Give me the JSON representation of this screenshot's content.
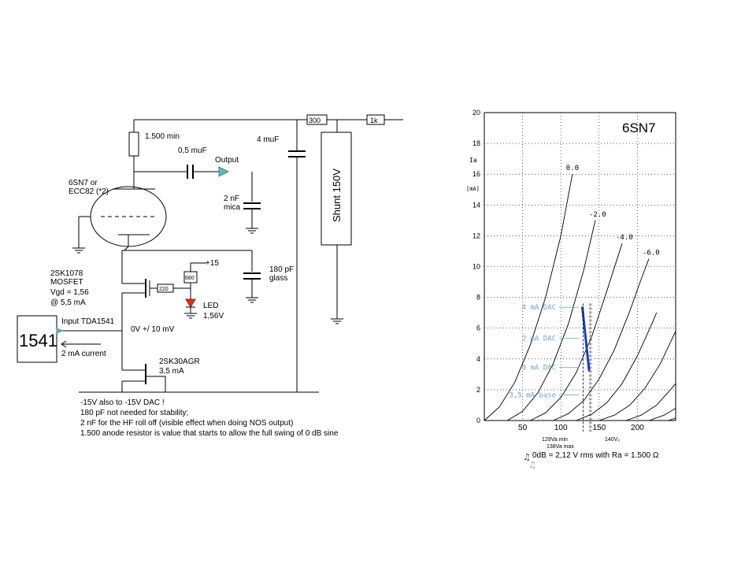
{
  "colors": {
    "ink": "#000000",
    "wire": "#000000",
    "chart_axis": "#000000",
    "chart_accent": "#6aa6c8",
    "chart_blue": "#1f3fb8",
    "output_arrow": "#63b8b8",
    "led": "#d9321a"
  },
  "schematic": {
    "anode_resistor": "1.500 min",
    "coupling_cap": "0,5 muF",
    "output_label": "Output",
    "tube_line1": "6SN7 or",
    "tube_line2": "ECC82 (*2)",
    "mica_cap_value": "2 nF",
    "mica_cap_type": "mica",
    "psu_cap": "4 muF",
    "shunt": "Shunt 150V",
    "r_300": "300",
    "r_1k": "1k",
    "mosfet_line1": "2SK1078",
    "mosfet_line2": "MOSFET",
    "mosfet_line3": "Vgd = 1,56",
    "mosfet_line4": "@ 5,5 mA",
    "r_220": "220",
    "r_680": "680",
    "plus15": "+15",
    "led_label": "LED",
    "led_voltage": "1,56V",
    "glass_cap_value": "180 pF",
    "glass_cap_type": "glass",
    "dac_block": "1541",
    "input_label": "Input TDA1541",
    "current_label": "2 mA current",
    "offset_label": "0V +/ 10 mV",
    "jfet_line1": "2SK30AGR",
    "jfet_line2": "3,5 mA",
    "notes": [
      "-15V also to -15V DAC !",
      "180 pF not needed for stability;",
      "2 nF for the HF roll off (visible effect  when doing NOS output)",
      "1.500 anode resistor is value that starts to allow the full swing of 0 dB sine"
    ]
  },
  "chart_data": {
    "type": "line",
    "title": "6SN7",
    "ylabel_line1": "Ia",
    "ylabel_line2": "[mA]",
    "xlabel": "",
    "xlim": [
      0,
      250
    ],
    "ylim": [
      0,
      20
    ],
    "x_ticks": [
      "50",
      "100",
      "150",
      "200"
    ],
    "y_ticks": [
      "0",
      "2",
      "4",
      "6",
      "8",
      "10",
      "12",
      "14",
      "16",
      "18",
      "20"
    ],
    "grid": true,
    "series": [
      {
        "name": "0.0",
        "x": [
          0,
          20,
          40,
          60,
          80,
          100,
          115
        ],
        "y": [
          0,
          0.9,
          2.5,
          4.9,
          8.0,
          12.0,
          16.0
        ]
      },
      {
        "name": "-2.0",
        "x": [
          30,
          50,
          70,
          90,
          110,
          130,
          145
        ],
        "y": [
          0,
          0.6,
          1.8,
          3.7,
          6.3,
          9.8,
          13.0
        ]
      },
      {
        "name": "-4.0",
        "x": [
          60,
          80,
          100,
          120,
          140,
          160,
          180
        ],
        "y": [
          0,
          0.5,
          1.5,
          3.1,
          5.4,
          8.4,
          11.5
        ]
      },
      {
        "name": "-6.0",
        "x": [
          90,
          110,
          130,
          150,
          170,
          190,
          205,
          215
        ],
        "y": [
          0,
          0.45,
          1.3,
          2.7,
          4.6,
          7.1,
          9.2,
          10.5
        ]
      },
      {
        "name": "",
        "x": [
          120,
          140,
          160,
          180,
          200,
          220,
          225
        ],
        "y": [
          0,
          0.4,
          1.15,
          2.4,
          4.2,
          6.4,
          7.0
        ]
      },
      {
        "name": "",
        "x": [
          150,
          170,
          190,
          210,
          230,
          250
        ],
        "y": [
          0,
          0.35,
          1.0,
          2.1,
          3.7,
          5.8
        ]
      },
      {
        "name": "",
        "x": [
          185,
          205,
          225,
          245,
          250
        ],
        "y": [
          0,
          0.35,
          1.0,
          2.1,
          2.4
        ]
      },
      {
        "name": "",
        "x": [
          215,
          235,
          250
        ],
        "y": [
          0,
          0.35,
          0.8
        ]
      },
      {
        "name": "",
        "x": [
          240,
          250
        ],
        "y": [
          0,
          0.15
        ]
      }
    ],
    "load_line": {
      "x": [
        128,
        137
      ],
      "y": [
        7.4,
        3.2
      ]
    },
    "annotations": [
      {
        "text": "4 mA DAC",
        "y": 7.2
      },
      {
        "text": "2 mA DAC",
        "y": 5.2
      },
      {
        "text": "0 mA DAC",
        "y": 3.3
      },
      {
        "text": "3,5 mA base",
        "y": 1.5
      }
    ],
    "vlines": [
      {
        "x": 129,
        "label": "129Va min"
      },
      {
        "x": 138,
        "label": "138Va max"
      },
      {
        "x": 140,
        "label": "140V₀"
      }
    ],
    "footer": "0dB = 2,12 V rms with Ra = 1.500 Ω"
  }
}
